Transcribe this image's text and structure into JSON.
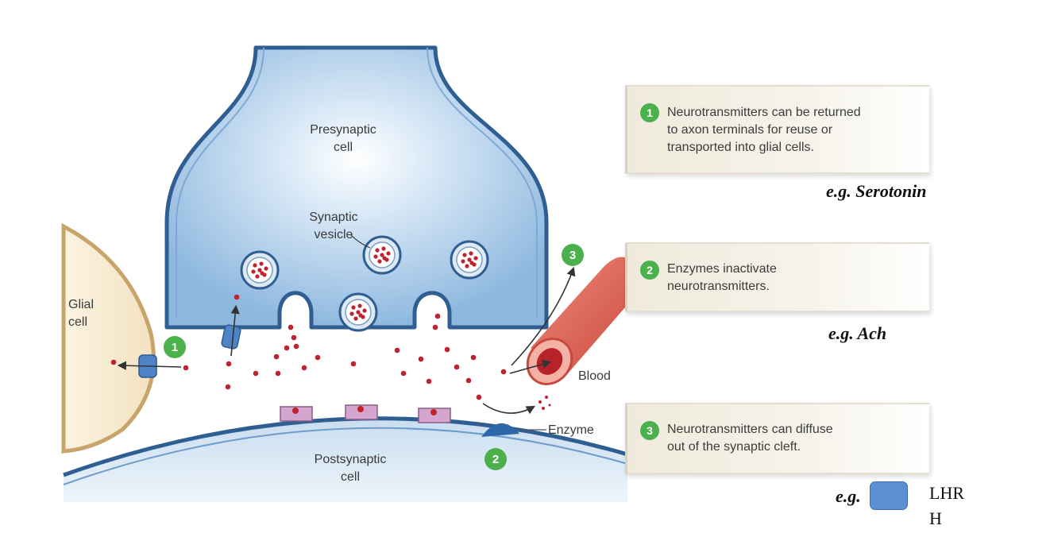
{
  "diagram": {
    "labels": {
      "presynaptic": "Presynaptic\ncell",
      "synaptic_vesicle": "Synaptic\nvesicle",
      "glial": "Glial\ncell",
      "blood": "Blood",
      "enzyme": "Enzyme",
      "postsynaptic": "Postsynaptic\ncell"
    },
    "markers": {
      "glial": "1",
      "blood": "3",
      "enzyme": "2"
    },
    "colors": {
      "presynaptic_fill": "#a9cbe8",
      "glial_fill": "#f6e8cc",
      "vessel": "#e2685a",
      "neurotransmitter": "#c0232f",
      "badge": "#4cb04c",
      "enzyme": "#2f68a8"
    }
  },
  "mechanisms": [
    {
      "number": "1",
      "text": "Neurotransmitters can be returned\nto axon terminals for reuse or\ntransported into glial cells.",
      "example": "e.g. Serotonin"
    },
    {
      "number": "2",
      "text": "Enzymes inactivate\nneurotransmitters.",
      "example": "e.g. Ach"
    },
    {
      "number": "3",
      "text": "Neurotransmitters can diffuse\nout of the synaptic cleft.",
      "example": "e.g.",
      "example_suffix": "LHR\nH"
    }
  ]
}
